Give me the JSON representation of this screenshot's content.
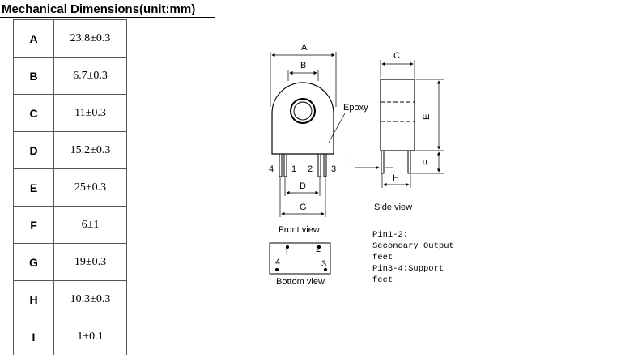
{
  "title": "Mechanical Dimensions(unit:mm)",
  "dimensions": [
    {
      "key": "A",
      "value": "23.8±0.3"
    },
    {
      "key": "B",
      "value": "6.7±0.3"
    },
    {
      "key": "C",
      "value": "11±0.3"
    },
    {
      "key": "D",
      "value": "15.2±0.3"
    },
    {
      "key": "E",
      "value": "25±0.3"
    },
    {
      "key": "F",
      "value": "6±1"
    },
    {
      "key": "G",
      "value": "19±0.3"
    },
    {
      "key": "H",
      "value": "10.3±0.3"
    },
    {
      "key": "I",
      "value": "1±0.1"
    }
  ],
  "drawing": {
    "front_labels": {
      "A": "A",
      "B": "B",
      "D": "D",
      "G": "G",
      "epoxy": "Epoxy",
      "pin4": "4",
      "pin1": "1",
      "pin2": "2",
      "pin3": "3"
    },
    "front_view_caption": "Front view",
    "side_labels": {
      "C": "C",
      "E": "E",
      "F": "F",
      "H": "H",
      "I": "I"
    },
    "side_view_caption": "Side view",
    "bottom_labels": {
      "pin1": "1",
      "pin2": "2",
      "pin4": "4",
      "pin3": "3"
    },
    "bottom_view_caption": "Bottom view",
    "notes": [
      "Pin1-2:",
      "Secondary Output",
      "feet",
      "Pin3-4:Support",
      "feet"
    ]
  }
}
